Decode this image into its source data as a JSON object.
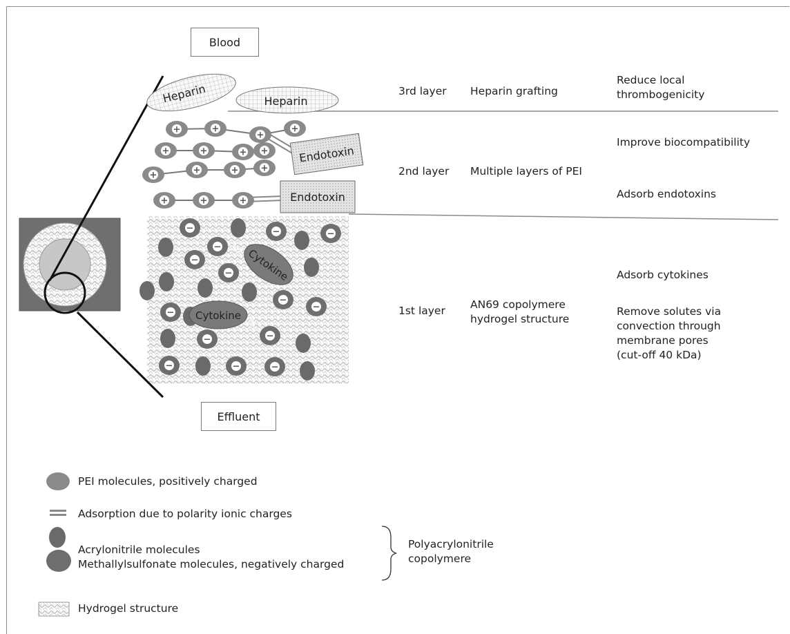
{
  "top_box": "Blood",
  "bottom_box": "Effluent",
  "molecules": {
    "heparin": "Heparin",
    "endotoxin": "Endotoxin",
    "cytokine": "Cytokine",
    "plus": "+",
    "minus": "−"
  },
  "layers": [
    {
      "name": "3rd layer",
      "structure": "Heparin grafting",
      "functions": [
        "Reduce local thrombogenicity"
      ]
    },
    {
      "name": "2nd layer",
      "structure": "Multiple layers of PEI",
      "functions": [
        "Improve biocompatibility",
        "Adsorb endotoxins"
      ]
    },
    {
      "name": "1st layer",
      "structure": "AN69 copolymere hydrogel structure",
      "functions": [
        "Adsorb cytokines",
        "Remove solutes via convection through membrane pores (cut-off 40 kDa)"
      ]
    }
  ],
  "legend": {
    "items": [
      "PEI molecules, positively charged",
      "Adsorption due to polarity ionic charges",
      "Acrylonitrile molecules",
      "Methallylsulfonate molecules, negatively charged",
      "Hydrogel structure"
    ],
    "bracket_label": "Polyacrylonitrile copolymere"
  },
  "colors": {
    "pei": "#8a8a8a",
    "acrylonitrile": "#6a6a6a",
    "methallylsulfonate": "#6e6e6e",
    "cross_section_bg": "#6f6f6f",
    "hydrogel_line": "#b5b5b5"
  }
}
